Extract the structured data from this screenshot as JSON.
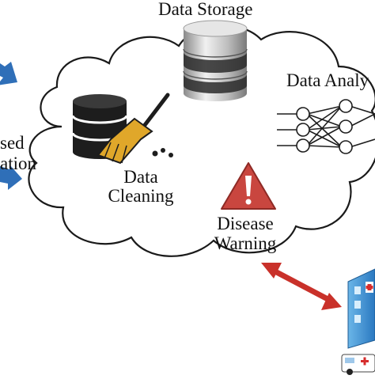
{
  "labels": {
    "storage": "Data Storage",
    "analysis": "Data Analy",
    "cleaning_line1": "Data",
    "cleaning_line2": "Cleaning",
    "warning_line1": "Disease",
    "warning_line2": "Warning",
    "left_line1": "sed",
    "left_line2": "ation"
  },
  "colors": {
    "cloud_stroke": "#1a1a1a",
    "cloud_fill": "#ffffff",
    "arrow_blue": "#2f6fb8",
    "arrow_red": "#c9312a",
    "warning_red": "#c9463f",
    "db_silver": "#b9b9b9",
    "db_dark": "#1d1d1d",
    "broom_yellow": "#e0a72a"
  },
  "icons": [
    "database-icon",
    "broom-database-icon",
    "neural-network-icon",
    "warning-triangle-icon",
    "hospital-icon",
    "ambulance-icon",
    "arrow-icon"
  ]
}
